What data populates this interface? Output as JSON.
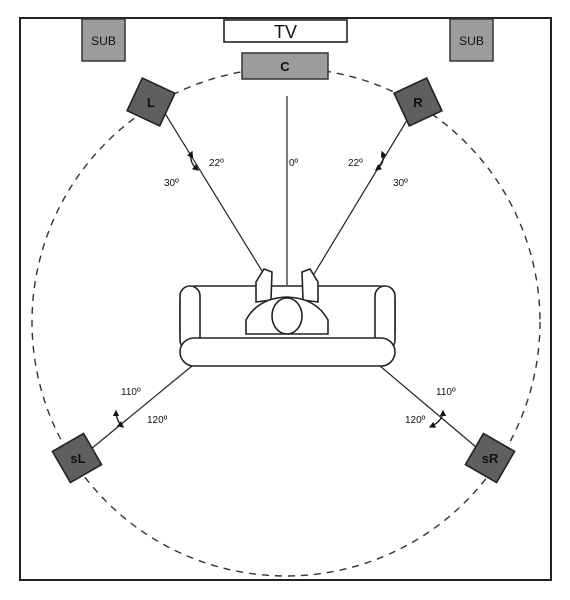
{
  "colors": {
    "speaker_fill": "#5f5f5f",
    "sub_fill": "#9c9c9c",
    "center_fill": "#9c9c9c",
    "line": "#222222",
    "sofa_fill": "#ffffff"
  },
  "labels": {
    "tv": "TV",
    "center": "C",
    "sub_left": "SUB",
    "sub_right": "SUB",
    "front_left": "L",
    "front_right": "R",
    "surround_left": "sL",
    "surround_right": "sR"
  },
  "angles": {
    "center": "0º",
    "front_left_inner": "22º",
    "front_left_outer": "30º",
    "front_right_inner": "22º",
    "front_right_outer": "30º",
    "surround_left_inner": "110º",
    "surround_left_outer": "120º",
    "surround_right_inner": "110º",
    "surround_right_outer": "120º"
  }
}
